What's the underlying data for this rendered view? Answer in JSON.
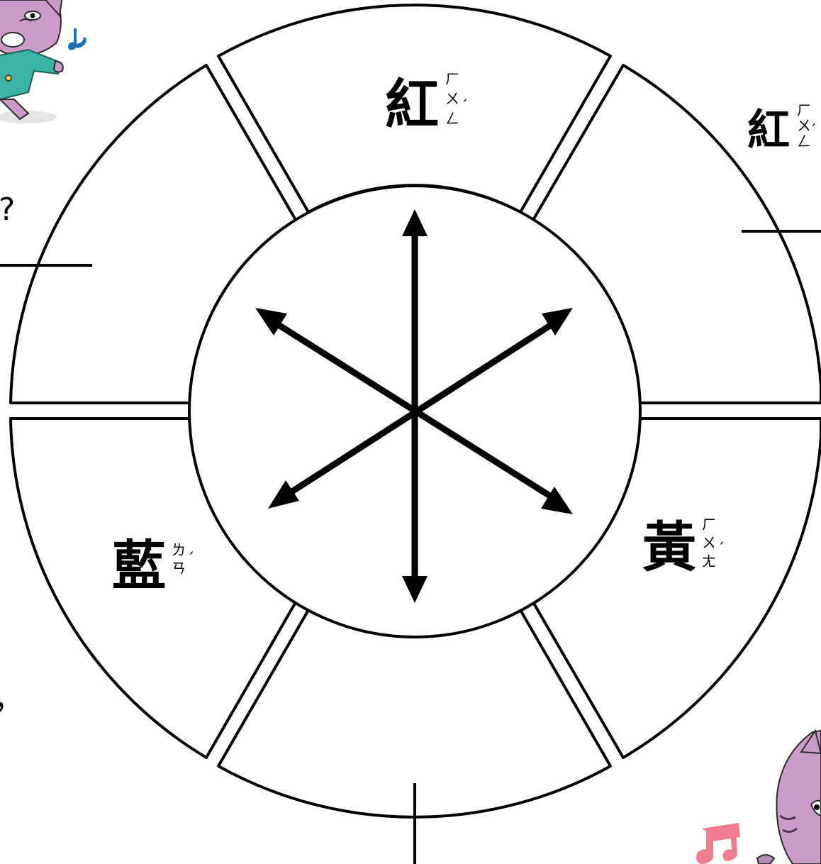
{
  "wheel": {
    "segments": {
      "top": {
        "character": "紅",
        "bopomofo": [
          "ㄏ",
          "ㄨ",
          "ㄥ",
          "ˊ"
        ]
      },
      "upper_right": {
        "character": "紅",
        "bopomofo": [
          "ㄏ",
          "ㄨ",
          "ㄥ",
          "ˊ"
        ]
      },
      "lower_right": {
        "character": "黃",
        "bopomofo": [
          "ㄏ",
          "ㄨ",
          "ㄤ",
          "ˊ"
        ]
      },
      "bottom": {
        "character": "",
        "bopomofo": []
      },
      "lower_left": {
        "character": "藍",
        "bopomofo": [
          "ㄌ",
          "ㄢ",
          "ˊ"
        ]
      },
      "upper_left": {
        "character": "",
        "bopomofo": []
      }
    }
  },
  "margin_text": {
    "left_question_mark": "?",
    "left_comma": "，"
  },
  "colors": {
    "line": "#000000",
    "cat_fur": "#cd9bca",
    "cat_coat": "#39b3a6",
    "note_blue": "#1f6fb7",
    "note_pink": "#ef7d8f"
  },
  "decorations": {
    "top_left": "cartoon-cat-icon",
    "bottom_right": "cartoon-cat-icon",
    "music_notes": "music-note-icon"
  }
}
